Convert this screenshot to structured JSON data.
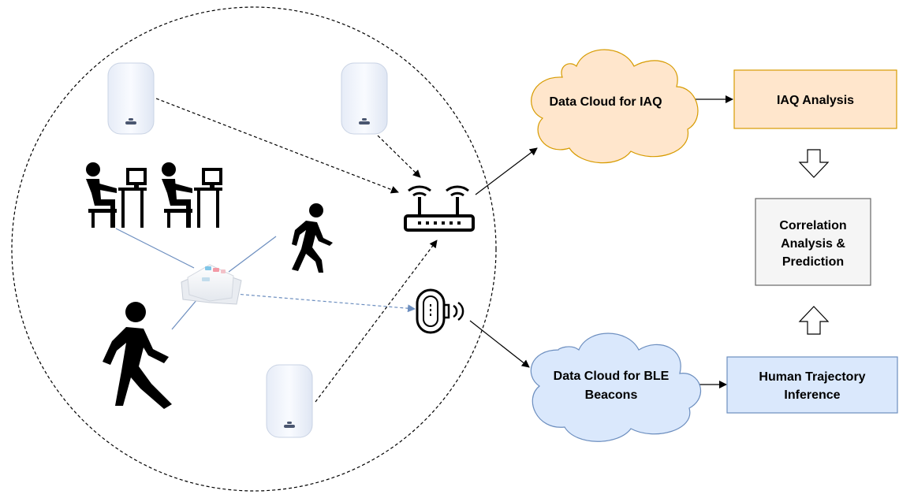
{
  "nodes": {
    "cloud_iaq": "Data Cloud for IAQ",
    "cloud_ble_line1": "Data Cloud for BLE",
    "cloud_ble_line2": "Beacons",
    "iaq_analysis": "IAQ Analysis",
    "correlation_line1": "Correlation",
    "correlation_line2": "Analysis &",
    "correlation_line3": "Prediction",
    "trajectory_line1": "Human Trajectory",
    "trajectory_line2": "Inference"
  },
  "icons": {
    "sensor_top_left": "iaq-sensor-icon",
    "sensor_top_middle": "iaq-sensor-icon",
    "sensor_bottom": "iaq-sensor-icon",
    "worker_1": "person-at-desk-icon",
    "worker_2": "person-at-desk-icon",
    "walker_small": "walking-person-icon",
    "walker_large": "walking-person-icon",
    "ble_hub": "ble-gateway-icon",
    "router": "wifi-router-icon",
    "beacon": "ble-beacon-icon",
    "arrow_down": "hollow-arrow-down-icon",
    "arrow_up": "hollow-arrow-up-icon"
  },
  "colors": {
    "iaq_fill": "#FFE6CC",
    "iaq_stroke": "#D79B00",
    "ble_fill": "#DAE8FC",
    "ble_stroke": "#6C8EBF",
    "correlation_fill": "#F5F5F5",
    "correlation_stroke": "#666666",
    "link_blue": "#6C8EBF"
  }
}
